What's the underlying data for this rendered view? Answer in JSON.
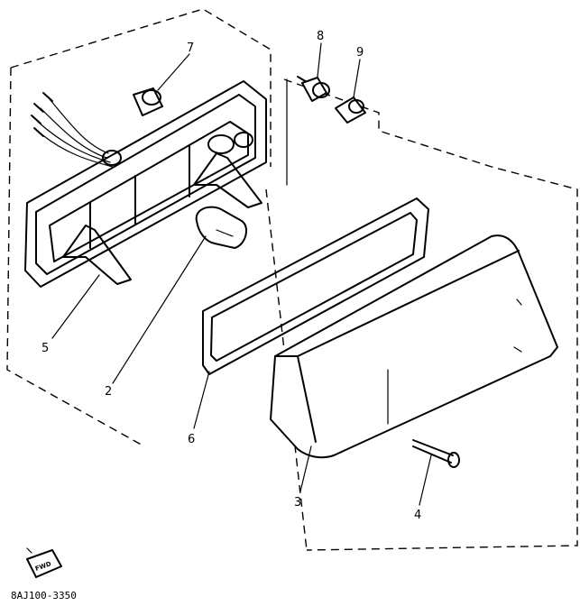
{
  "diagram": {
    "part_code": "8AJ100-3350",
    "fwd_label": "FWD",
    "callouts": [
      {
        "id": "1",
        "label": "7"
      },
      {
        "id": "2",
        "label": "8"
      },
      {
        "id": "3",
        "label": "9"
      },
      {
        "id": "4",
        "label": "5"
      },
      {
        "id": "5",
        "label": "2"
      },
      {
        "id": "6",
        "label": "6"
      },
      {
        "id": "7",
        "label": "3"
      },
      {
        "id": "8",
        "label": "4"
      }
    ]
  }
}
